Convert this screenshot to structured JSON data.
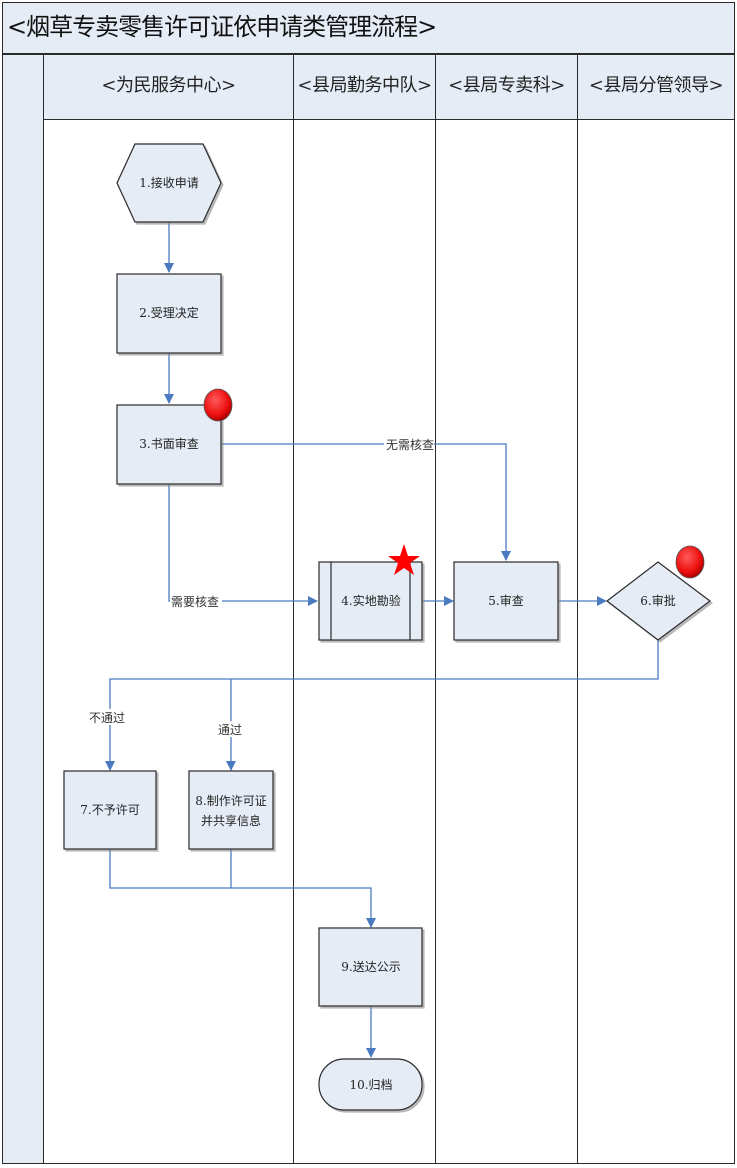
{
  "title": "<烟草专卖零售许可证依申请类管理流程>",
  "lanes": [
    {
      "label": "<为民服务中心>"
    },
    {
      "label": "<县局勤务中队>"
    },
    {
      "label": "<县局专卖科>"
    },
    {
      "label": "<县局分管领导>"
    }
  ],
  "nodes": [
    {
      "id": "n1",
      "label": "1.接收申请",
      "shape": "hexagon",
      "lane": 0
    },
    {
      "id": "n2",
      "label": "2.受理决定",
      "shape": "process",
      "lane": 0
    },
    {
      "id": "n3",
      "label": "3.书面审查",
      "shape": "process",
      "lane": 0,
      "marker": "red-circle"
    },
    {
      "id": "n4",
      "label": "4.实地勘验",
      "shape": "predefined-process",
      "lane": 1,
      "marker": "red-star"
    },
    {
      "id": "n5",
      "label": "5.审查",
      "shape": "process",
      "lane": 2
    },
    {
      "id": "n6",
      "label": "6.审批",
      "shape": "decision",
      "lane": 3,
      "marker": "red-circle"
    },
    {
      "id": "n7",
      "label": "7.不予许可",
      "shape": "process",
      "lane": 0
    },
    {
      "id": "n8",
      "label_lines": [
        "8.制作许可证",
        "并共享信息"
      ],
      "shape": "process",
      "lane": 0
    },
    {
      "id": "n9",
      "label": "9.送达公示",
      "shape": "process",
      "lane": 1
    },
    {
      "id": "n10",
      "label": "10.归档",
      "shape": "terminator",
      "lane": 1
    }
  ],
  "edges": [
    {
      "from": "n1",
      "to": "n2",
      "label": ""
    },
    {
      "from": "n2",
      "to": "n3",
      "label": ""
    },
    {
      "from": "n3",
      "to": "n5",
      "label": "无需核查"
    },
    {
      "from": "n3",
      "to": "n4",
      "label": "需要核查"
    },
    {
      "from": "n4",
      "to": "n5",
      "label": ""
    },
    {
      "from": "n5",
      "to": "n6",
      "label": ""
    },
    {
      "from": "n6",
      "to": "n7",
      "label": "不通过"
    },
    {
      "from": "n6",
      "to": "n8",
      "label": "通过"
    },
    {
      "from": "n7",
      "to": "n9",
      "label": ""
    },
    {
      "from": "n8",
      "to": "n9",
      "label": ""
    },
    {
      "from": "n9",
      "to": "n10",
      "label": ""
    }
  ],
  "colors": {
    "header_fill": "#e6ecf6",
    "node_fill": "#e6ecf6",
    "connector": "#4a7bc0",
    "marker_red": "#ee1c1c",
    "border": "#2a2a2a"
  }
}
